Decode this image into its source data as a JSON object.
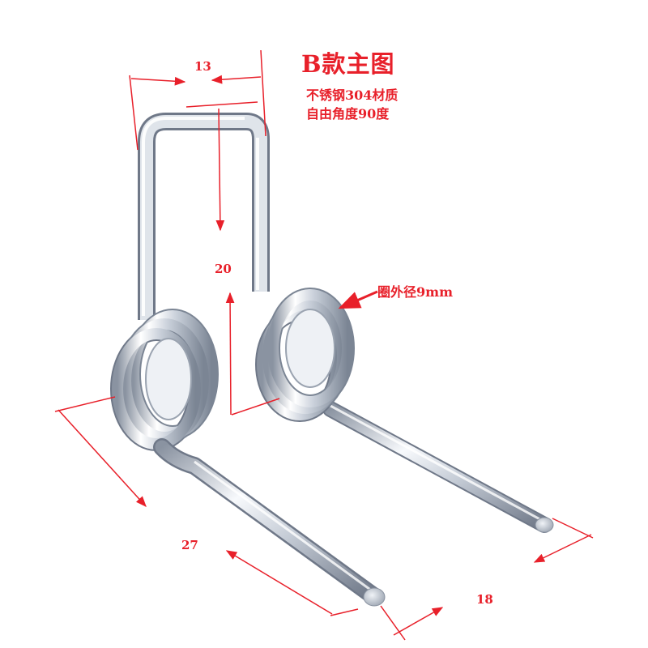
{
  "title": "B款主图",
  "specs": {
    "material": "不锈钢304材质",
    "free_angle": "自由角度90度"
  },
  "dimensions": {
    "top_width": "13",
    "leg_height": "20",
    "arm_length": "27",
    "coil_spacing": "18",
    "coil_outer_diameter": "圈外径9mm"
  },
  "colors": {
    "annotation": "#e8202a",
    "steel_light": "#f4f7fb",
    "steel_dark": "#7b8594",
    "background": "#ffffff"
  }
}
